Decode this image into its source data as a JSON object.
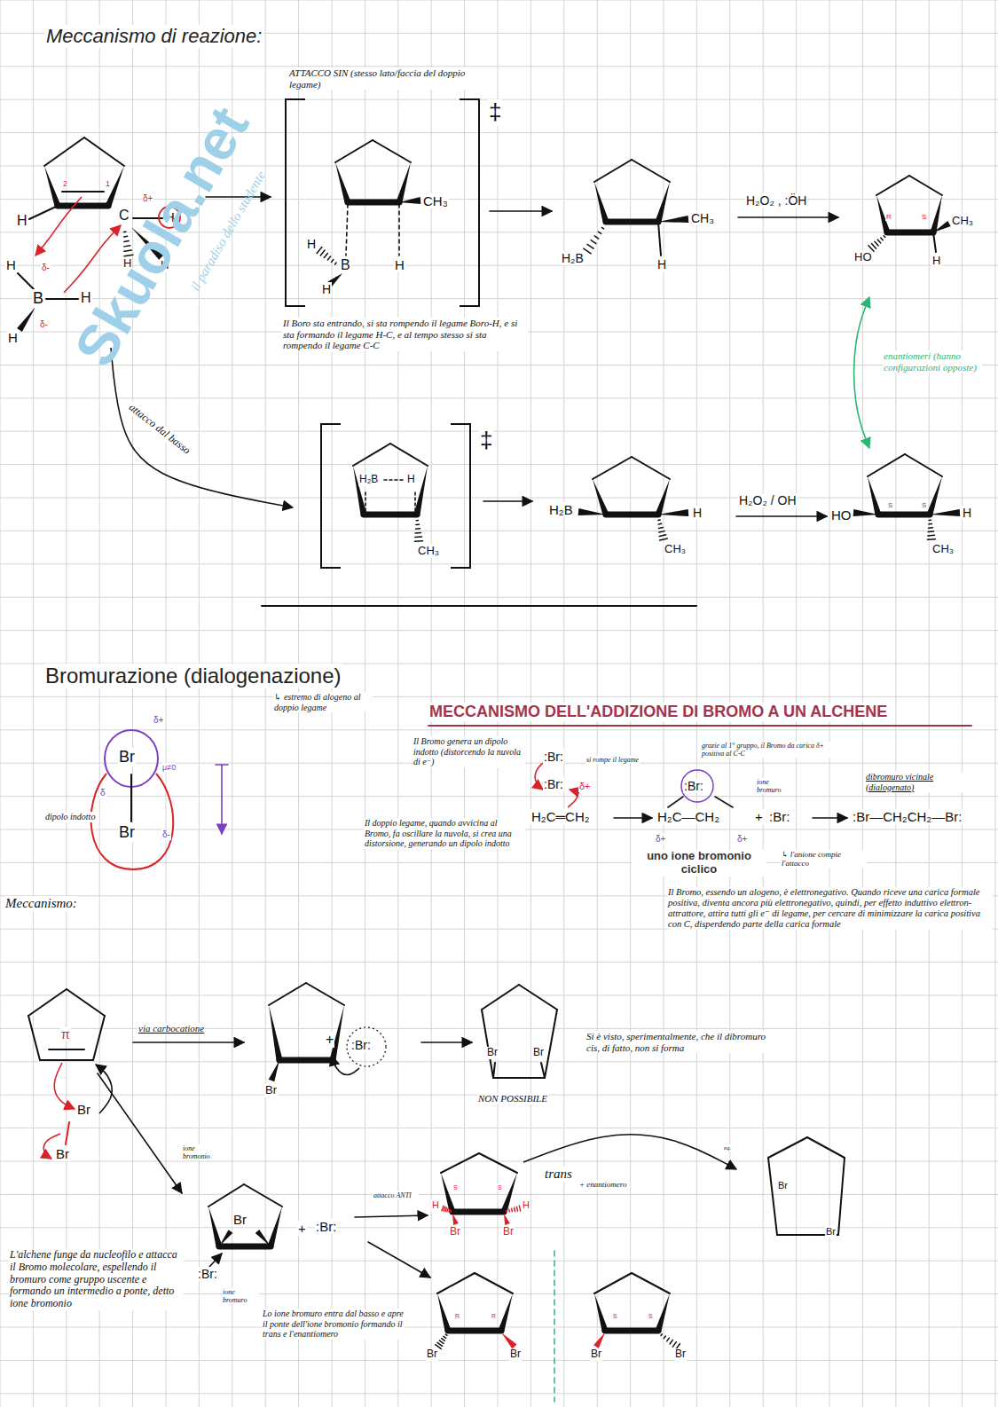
{
  "diagram": {
    "title": "Meccanismo di reazione:",
    "labels": [
      "ATTACCO SIN (stesso lato/faccia del doppio legame)",
      "‡",
      "H",
      "C",
      "δ+",
      "H",
      "H",
      "H",
      "H",
      "B",
      "H",
      "H",
      "δ-",
      "δ-",
      "2",
      "1",
      "CH₃",
      "H",
      "B",
      "H",
      "H",
      "Il Boro sta entrando, si sta rompendo il legame Boro-H, e si sta formando il legame H-C, e al tempo stesso si sta rompendo il legame C-C",
      "CH₃",
      "H₂B",
      "H",
      "H₂O₂ , :ÖH",
      "CH₃",
      "HO",
      "H",
      "R",
      "S",
      "enantiomeri (hanno configurazioni opposte)",
      "attacco dal basso",
      "H₂B",
      "H",
      "CH₃",
      "‡",
      "H₂B",
      "H",
      "CH₃",
      "H₂O₂ / OH",
      "HO",
      "H",
      "CH₃",
      "S",
      "S",
      "Bromurazione (dialogenazione)",
      "Br",
      "Br",
      "δ+",
      "δ",
      "μ≠0",
      "δ-",
      "dipolo indotto",
      "↳ estremo di alogeno al doppio legame",
      "MECCANISMO DELL'ADDIZIONE DI BROMO A UN ALCHENE",
      "Il Bromo genera un dipolo indotto (distorcendo la nuvola di e⁻)",
      ":Br:",
      "si rompe il legame",
      ":Br:",
      "δ+",
      "H₂C═CH₂",
      "grazie al 1° gruppo, il Bromo da carica δ+ positiva al C-C",
      ":Br:",
      "H₂C—CH₂",
      "δ+",
      "δ+",
      "ione bromuro",
      "+",
      ":Br:",
      ":Br—CH₂CH₂—Br:",
      "dibromuro vicinale (dialogenato)",
      "uno ione bromonio ciclico",
      "↳ l'anione compie l'attacco",
      "Il Bromo, essendo un alogeno, è elettronegativo. Quando riceve una carica formale positiva, diventa ancora più elettronegativo, quindi, per effetto induttivo elettron-attrattore, attira tutti gli e⁻ di legame, per cercare di minimizzare la carica positiva con C, disperdendo parte della carica formale",
      "Il doppio legame, quando avvicina al Bromo, fa oscillare la nuvola, si crea una distorsione, generando un dipolo indotto",
      "Meccanismo:",
      "π",
      "Br",
      "Br",
      "via carbocatione",
      "Br",
      "+",
      ":Br:",
      "Br",
      "Br",
      "NON POSSIBILE",
      "Si è visto, sperimentalmente, che il dibromuro cis, di fatto, non si forma",
      "ione bromonio",
      "Br",
      "+",
      ":Br:",
      "attacco ANTI",
      ":Br:",
      "ione bromuro",
      "H",
      "S",
      "S",
      "H",
      "Br",
      "Br",
      "trans",
      "+ enantiomero",
      "eq.",
      "Br",
      "Br",
      "R",
      "R",
      "Br",
      "Br",
      "S",
      "S",
      "Br",
      "Br",
      "L'alchene funge da nucleofilo e attacca il Bromo molecolare, espellendo il bromuro come gruppo uscente e formando un intermedio a ponte, detto ione bromonio",
      "Lo ione bromuro entra dal basso e apre il ponte dell'ione bromonio formando il trans e l'enantiomero",
      "Skuola.net",
      "il paradiso dello studente"
    ]
  }
}
